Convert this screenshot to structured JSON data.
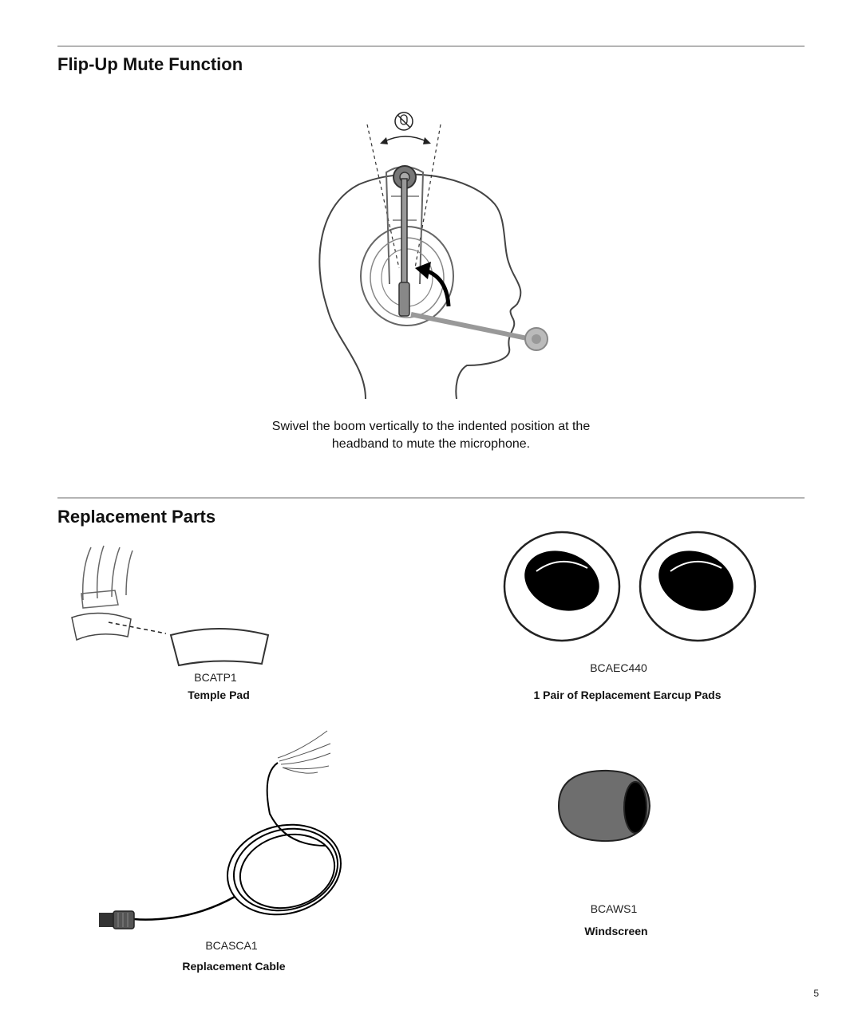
{
  "sections": {
    "mute": {
      "title": "Flip-Up Mute Function",
      "caption_line1": "Swivel the boom vertically to the indented position at the",
      "caption_line2": "headband to mute the microphone."
    },
    "parts": {
      "title": "Replacement Parts",
      "items": [
        {
          "code": "BCATP1",
          "name": "Temple Pad"
        },
        {
          "code": "BCAEC440",
          "name": "1 Pair of Replacement Earcup Pads"
        },
        {
          "code": "BCASCA1",
          "name": "Replacement Cable"
        },
        {
          "code": "BCAWS1",
          "name": "Windscreen"
        }
      ]
    }
  },
  "page_number": "5",
  "icons": [
    "mute-microphone-icon",
    "rotation-arrow-icon",
    "flip-up-arrow-icon"
  ]
}
